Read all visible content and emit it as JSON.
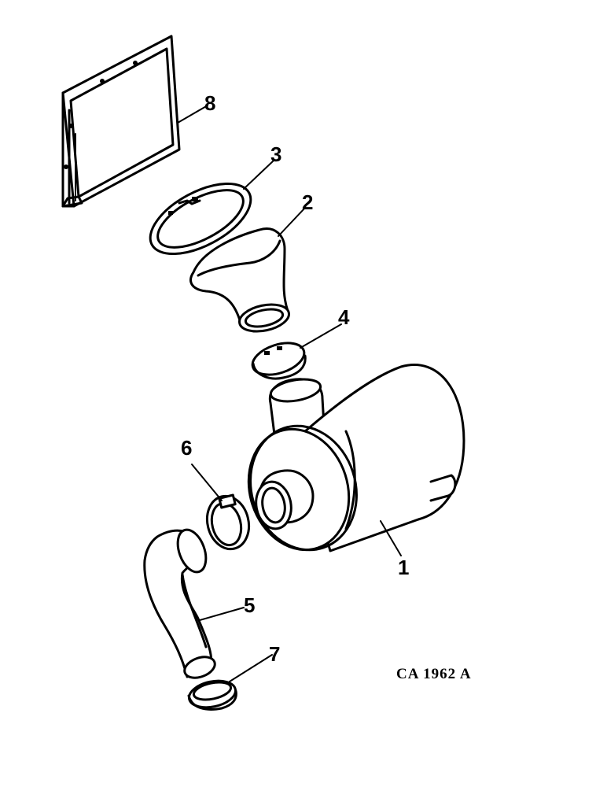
{
  "callouts": [
    {
      "id": "1",
      "label": "1"
    },
    {
      "id": "2",
      "label": "2"
    },
    {
      "id": "3",
      "label": "3"
    },
    {
      "id": "4",
      "label": "4"
    },
    {
      "id": "5",
      "label": "5"
    },
    {
      "id": "6",
      "label": "6"
    },
    {
      "id": "7",
      "label": "7"
    },
    {
      "id": "8",
      "label": "8"
    }
  ],
  "figure_code": "CA 1962 A",
  "colors": {
    "ink": "#000000",
    "paper": "#ffffff"
  }
}
